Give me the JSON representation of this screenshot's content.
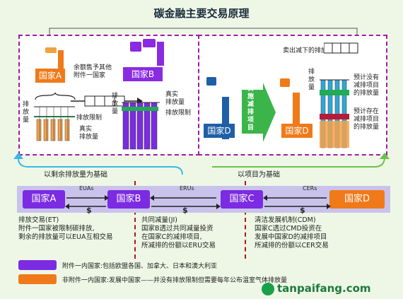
{
  "title": "碳金融主要交易原理",
  "panel_left": {
    "country_a": "国家A",
    "country_b": "国家B",
    "transfer_label": "余额售予其他\n附件一国家",
    "emissions_label": "排\n放\n量",
    "limit_label": "排放限制",
    "actual_label": "真实\n排放量",
    "b_emissions_label": "排\n放\n量",
    "b_actual_label": "真实\n排放量",
    "b_limit_label": "排放限制"
  },
  "panel_right": {
    "sold_label": "卖出减下的排放量",
    "country_d1": "国家D",
    "country_d2": "国家D",
    "project_label": "实\n施\n减\n排\n项\n目",
    "emissions_label": "排\n放\n量",
    "expected_none": "预计没有\n减排项目\n的排放量",
    "expected_exist": "预计存在\n减排项目\n的排放量"
  },
  "basis_left": "以剩余排放量为基础",
  "basis_right": "以项目为基础",
  "flow": {
    "country_a": "国家A",
    "country_b": "国家B",
    "country_c": "国家C",
    "country_d": "国家D",
    "eua": "EUAs",
    "eru": "ERUs",
    "cer": "CERs",
    "currency": "$"
  },
  "mech_et": [
    "排放交易(ET)",
    "附件一国家被限制碳排放,",
    "剩余的排放量可以EUA互相交易"
  ],
  "mech_ji": [
    "共同减量(JI)",
    "国家B透过共同减量投资",
    "在国家C的减排项目,",
    "所减排的份额以ERU交易"
  ],
  "mech_cdm": [
    "清洁发展机制(CDM)",
    "国家C透过CMD投资在",
    "发展中国家D的减排项目",
    "所减排的份额以CER交易"
  ],
  "legend": {
    "annex1": "附件一内国家:包括欧盟各国、加拿大、日本和澳大利亚",
    "nonannex1": "非附件一内国家:发展中国家——并没有排放限制但需要每年公布温室气体排放量"
  },
  "watermark": "tanpaifang.com",
  "colors": {
    "purple": "#8a2be2",
    "orange": "#f07a19",
    "blue": "#1f5fa8",
    "green_bar": "#22aa55",
    "cyan": "#38b9e6"
  }
}
